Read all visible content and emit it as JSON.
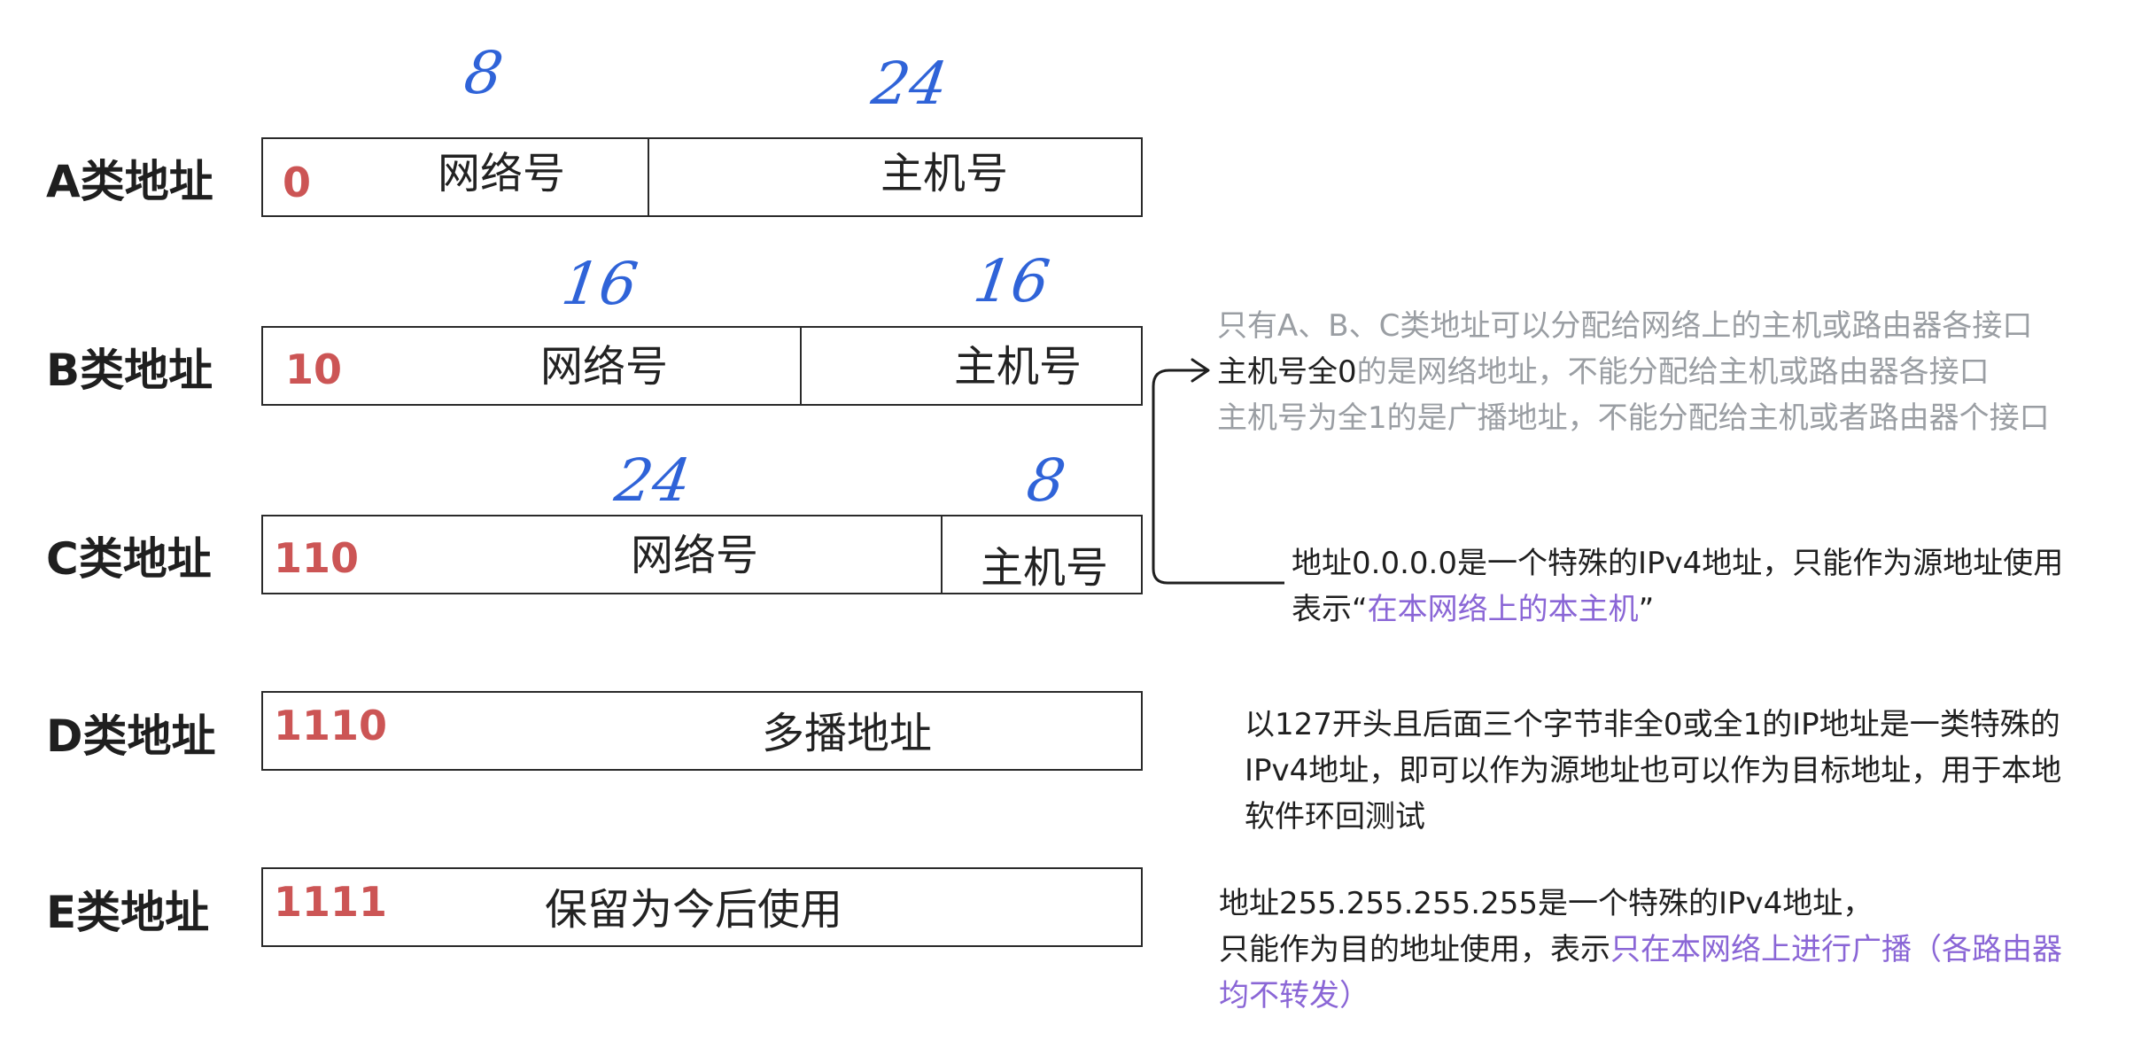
{
  "rows": [
    {
      "label": "A类地址",
      "prefix": "0",
      "fields": [
        "网络号",
        "主机号"
      ],
      "bits": [
        "8",
        "24"
      ]
    },
    {
      "label": "B类地址",
      "prefix": "10",
      "fields": [
        "网络号",
        "主机号"
      ],
      "bits": [
        "16",
        "16"
      ]
    },
    {
      "label": "C类地址",
      "prefix": "110",
      "fields": [
        "网络号",
        "主机号"
      ],
      "bits": [
        "24",
        "8"
      ]
    },
    {
      "label": "D类地址",
      "prefix": "1110",
      "fields": [
        "多播地址"
      ]
    },
    {
      "label": "E类地址",
      "prefix": "1111",
      "fields": [
        "保留为今后使用"
      ]
    }
  ],
  "notes": {
    "abc": [
      "只有A、B、C类地址可以分配给网络上的主机或路由器各接口",
      "主机号全0",
      "的是网络地址，不能分配给主机或路由器各接口",
      "主机号为全1的是广播地址，不能分配给主机或者路由器个接口"
    ],
    "zero": {
      "line1": "地址0.0.0.0是一个特殊的IPv4地址，只能作为源地址使用",
      "line2_prefix": "表示“",
      "line2_highlight": "在本网络上的本主机",
      "line2_suffix": "”"
    },
    "loopback": [
      "以127开头且后面三个字节非全0或全1的IP地址是一类特殊的",
      "IPv4地址，即可以作为源地址也可以作为目标地址，用于本地",
      "软件环回测试"
    ],
    "broadcast": {
      "line1": "地址255.255.255.255是一个特殊的IPv4地址，",
      "line2_prefix": "只能作为目的地址使用，表示",
      "line2_highlight": "只在本网络上进行广播（各路由器",
      "line3_highlight": "均不转发）"
    }
  },
  "colors": {
    "prefix": "#cc5555",
    "handwriting": "#2f63d8",
    "note_gray": "#9a9ea3",
    "highlight": "#8a66d6"
  }
}
